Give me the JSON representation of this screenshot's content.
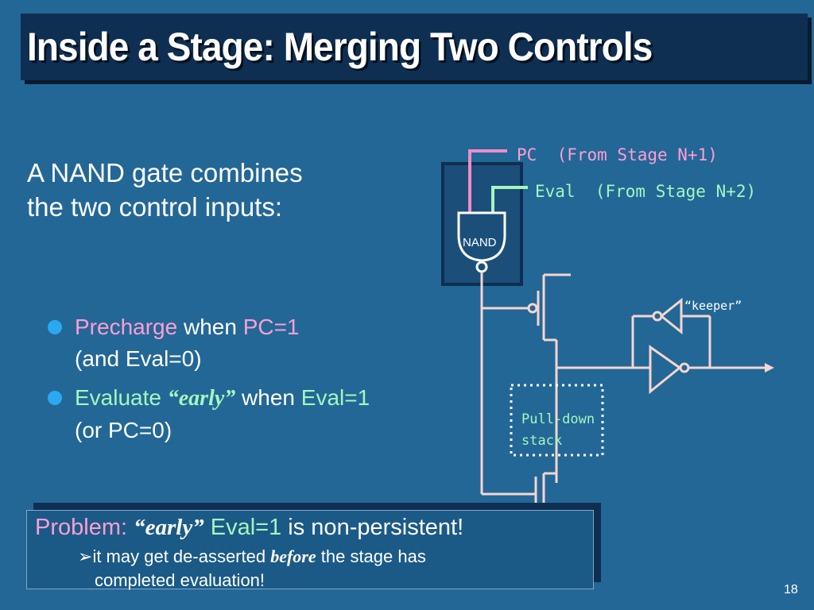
{
  "title": "Inside a Stage: Merging Two Controls",
  "intro": {
    "line1": "A NAND gate combines",
    "line2": "the two control inputs:"
  },
  "bullets": [
    {
      "word": "Precharge",
      "mid": " when ",
      "cond": "PC=1",
      "sub": "(and Eval=0)"
    },
    {
      "word": "Evaluate",
      "emph": "“early”",
      "mid": " when ",
      "cond": "Eval=1",
      "sub": "(or PC=0)"
    }
  ],
  "problem": {
    "label": "Problem:",
    "emph": "“early”",
    "subject": "Eval=1",
    "rest": " is non-persistent!",
    "arrow": "➢",
    "sub1_a": "it may get de-asserted ",
    "sub1_b": "before",
    "sub1_c": " the stage has",
    "sub2": "completed evaluation!"
  },
  "diagram": {
    "pc_label": "PC  (From Stage N+1)",
    "eval_label": "Eval  (From Stage N+2)",
    "nand_label": "NAND",
    "keeper_label": "“keeper”",
    "pulldown_line1": "Pull-down",
    "pulldown_line2": "stack"
  },
  "page_number": "18",
  "colors": {
    "background": "#236796",
    "title_bar": "#0e2f52",
    "bullet_dot": "#2aa8f2",
    "pc_wire": "#f08cc6",
    "eval_wire": "#a6f5bf",
    "circuit": "#f5d6d0"
  }
}
